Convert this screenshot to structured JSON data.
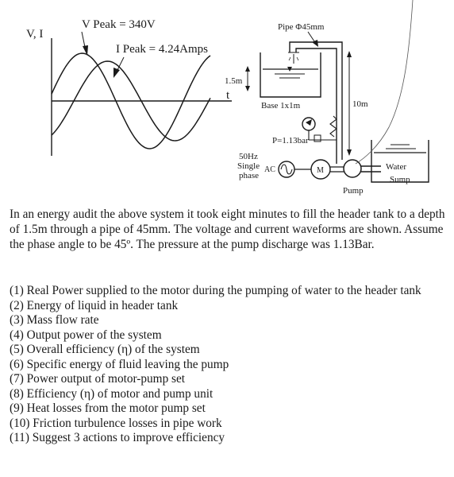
{
  "figure": {
    "axis_vi": "V, I",
    "v_peak": "V Peak = 340V",
    "i_peak": "I Peak = 4.24Amps",
    "t_label": "t",
    "pipe_label": "Pipe Φ45mm",
    "depth_label": "1.5m",
    "base_label": "Base 1x1m",
    "height_label": "10m",
    "pressure_label": "P=1.13bar",
    "supply_label": [
      "50Hz",
      "Single",
      "phase"
    ],
    "ac_label": "AC",
    "motor_label": "M",
    "water_label": "Water",
    "sump_label": "Sump",
    "pump_label": "Pump"
  },
  "paragraph": "In an energy audit the above system it took eight minutes to fill the header tank to a depth of 1.5m through a pipe of 45mm. The voltage and current waveforms are shown. Assume the phase angle to be 45º. The pressure at the pump discharge was 1.13Bar.",
  "questions": [
    "(1) Real Power supplied to the motor during the pumping of water to the header tank",
    "(2) Energy of liquid in header tank",
    "(3) Mass flow rate",
    "(4) Output power of the system",
    "(5) Overall efficiency (η) of the system",
    "(6) Specific energy of fluid leaving the pump",
    "(7) Power output of motor-pump set",
    "(8) Efficiency (η) of motor and pump unit",
    "(9) Heat losses from the motor pump set",
    "(10) Friction turbulence losses in pipe work",
    "(11) Suggest 3 actions to improve efficiency"
  ]
}
